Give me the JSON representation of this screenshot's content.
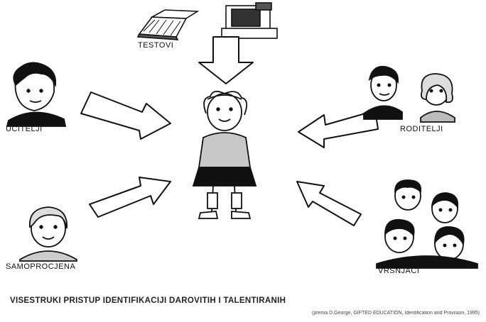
{
  "labels": {
    "testovi": "TESTOVI",
    "ucitelji": "UČITELJI",
    "roditelji": "RODITELJI",
    "samoprocjena": "SAMOPROCJENA",
    "vrsnjaci": "VRSNJACI"
  },
  "caption": "VIŠESTRUKI PRISTUP IDENTIFIKACIJI DAROVITIH I TALENTIRANIH",
  "source": "(prema D.George, GIFTED EDUCATION, Identification and Provision, 1995)",
  "colors": {
    "ink": "#111111",
    "background": "#ffffff",
    "arrow_fill": "#ffffff"
  },
  "icons": [
    "book-icon",
    "computer-icon",
    "teacher-figure",
    "parents-figure",
    "self-figure",
    "peers-figure",
    "child-figure"
  ]
}
